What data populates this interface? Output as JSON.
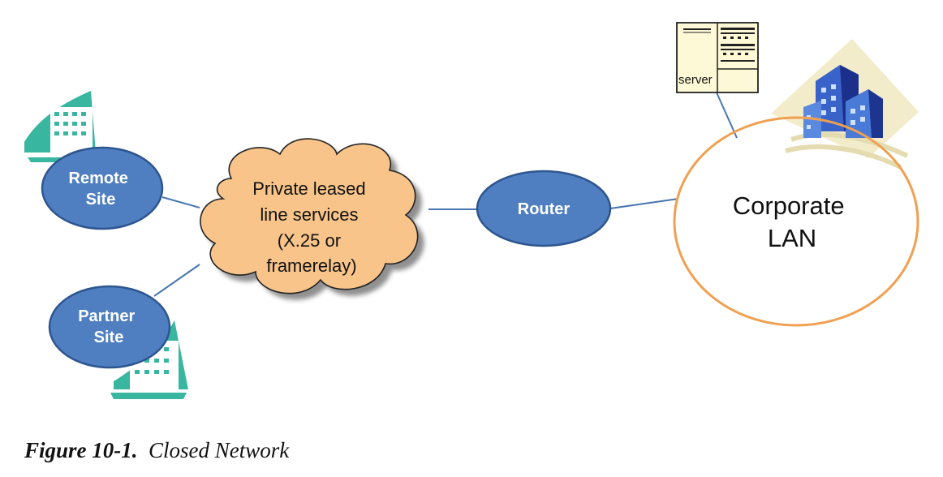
{
  "nodes": {
    "remote_site": [
      "Remote",
      "Site"
    ],
    "partner_site": [
      "Partner",
      "Site"
    ],
    "cloud": [
      "Private leased",
      "line services",
      "(X.25 or",
      "framerelay)"
    ],
    "router": "Router",
    "corporate_lan": [
      "Corporate",
      "LAN"
    ],
    "server": "server"
  },
  "caption": {
    "figure": "Figure 10-1.",
    "title": "Closed Network"
  },
  "colors": {
    "node_fill": "#4f7fc1",
    "node_stroke": "#2d5590",
    "cloud_fill": "#f8c48a",
    "lan_ring": "#f0a050",
    "line": "#4a76b0",
    "building": "#39b6a0"
  }
}
